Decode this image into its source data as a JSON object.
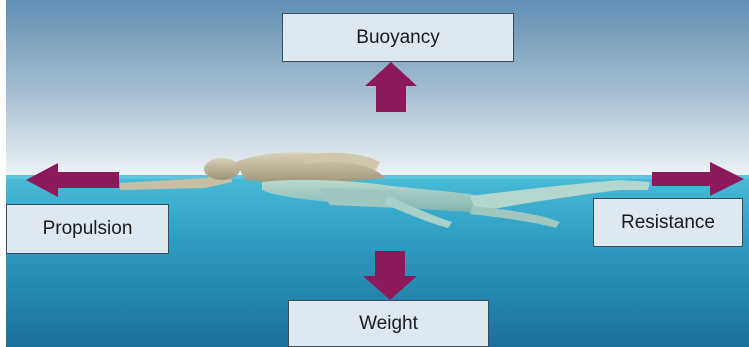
{
  "diagram": {
    "forces": {
      "buoyancy": "Buoyancy",
      "propulsion": "Propulsion",
      "resistance": "Resistance",
      "weight": "Weight"
    },
    "colors": {
      "arrow": "#8c1a5a",
      "box_fill": "#dde8f1",
      "box_border": "#3d4a57",
      "sky_top": "#5f8fb3",
      "sky_bottom": "#e8eef2",
      "water_surface": "#3fb4d4",
      "water_deep": "#1e7aa6"
    }
  }
}
